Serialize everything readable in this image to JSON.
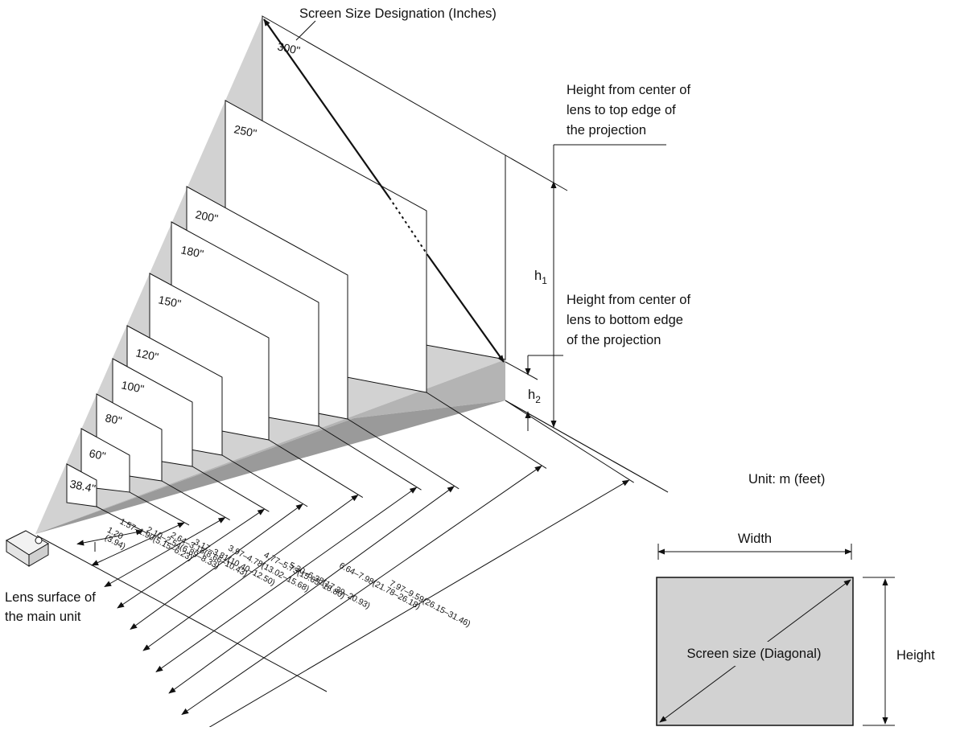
{
  "title": "Screen Size Designation (Inches)",
  "annotations": {
    "top_edge": [
      "Height from center of",
      "lens to top edge of",
      "the projection"
    ],
    "bottom_edge": [
      "Height from center of",
      "lens to bottom edge",
      "of the projection"
    ],
    "h1": "h1",
    "h2": "h2",
    "lens_surface": [
      "Lens surface of",
      "the main unit"
    ],
    "unit": "Unit: m (feet)"
  },
  "screen_sizes": [
    "38.4\"",
    "60\"",
    "80\"",
    "100\"",
    "120\"",
    "150\"",
    "180\"",
    "200\"",
    "250\"",
    "300\""
  ],
  "distances": [
    [
      "1.20",
      "(3.94)"
    ],
    [
      "1.57–1.90(5.15–6.23)"
    ],
    [
      "2.10–2.54(6.89–8.33)"
    ],
    [
      "2.64–3.18(8.66–10.43)"
    ],
    [
      "3.17–3.81(10.40–12.50)"
    ],
    [
      "3.97–4.78(13.02–15.68)"
    ],
    [
      "4.77–5.73(15.65–18.80)"
    ],
    [
      "5.30–6.38(17.39–20.93)"
    ],
    [
      "6.64–7.98(21.78–26.18)"
    ],
    [
      "7.97–9.59(26.15–31.46)"
    ]
  ],
  "inset": {
    "width": "Width",
    "height": "Height",
    "diagonal": "Screen size (Diagonal)"
  },
  "colors": {
    "light_gray": "#d2d2d2",
    "mid_gray": "#b4b4b4",
    "dark_gray": "#9a9a9a",
    "line": "#111111"
  }
}
